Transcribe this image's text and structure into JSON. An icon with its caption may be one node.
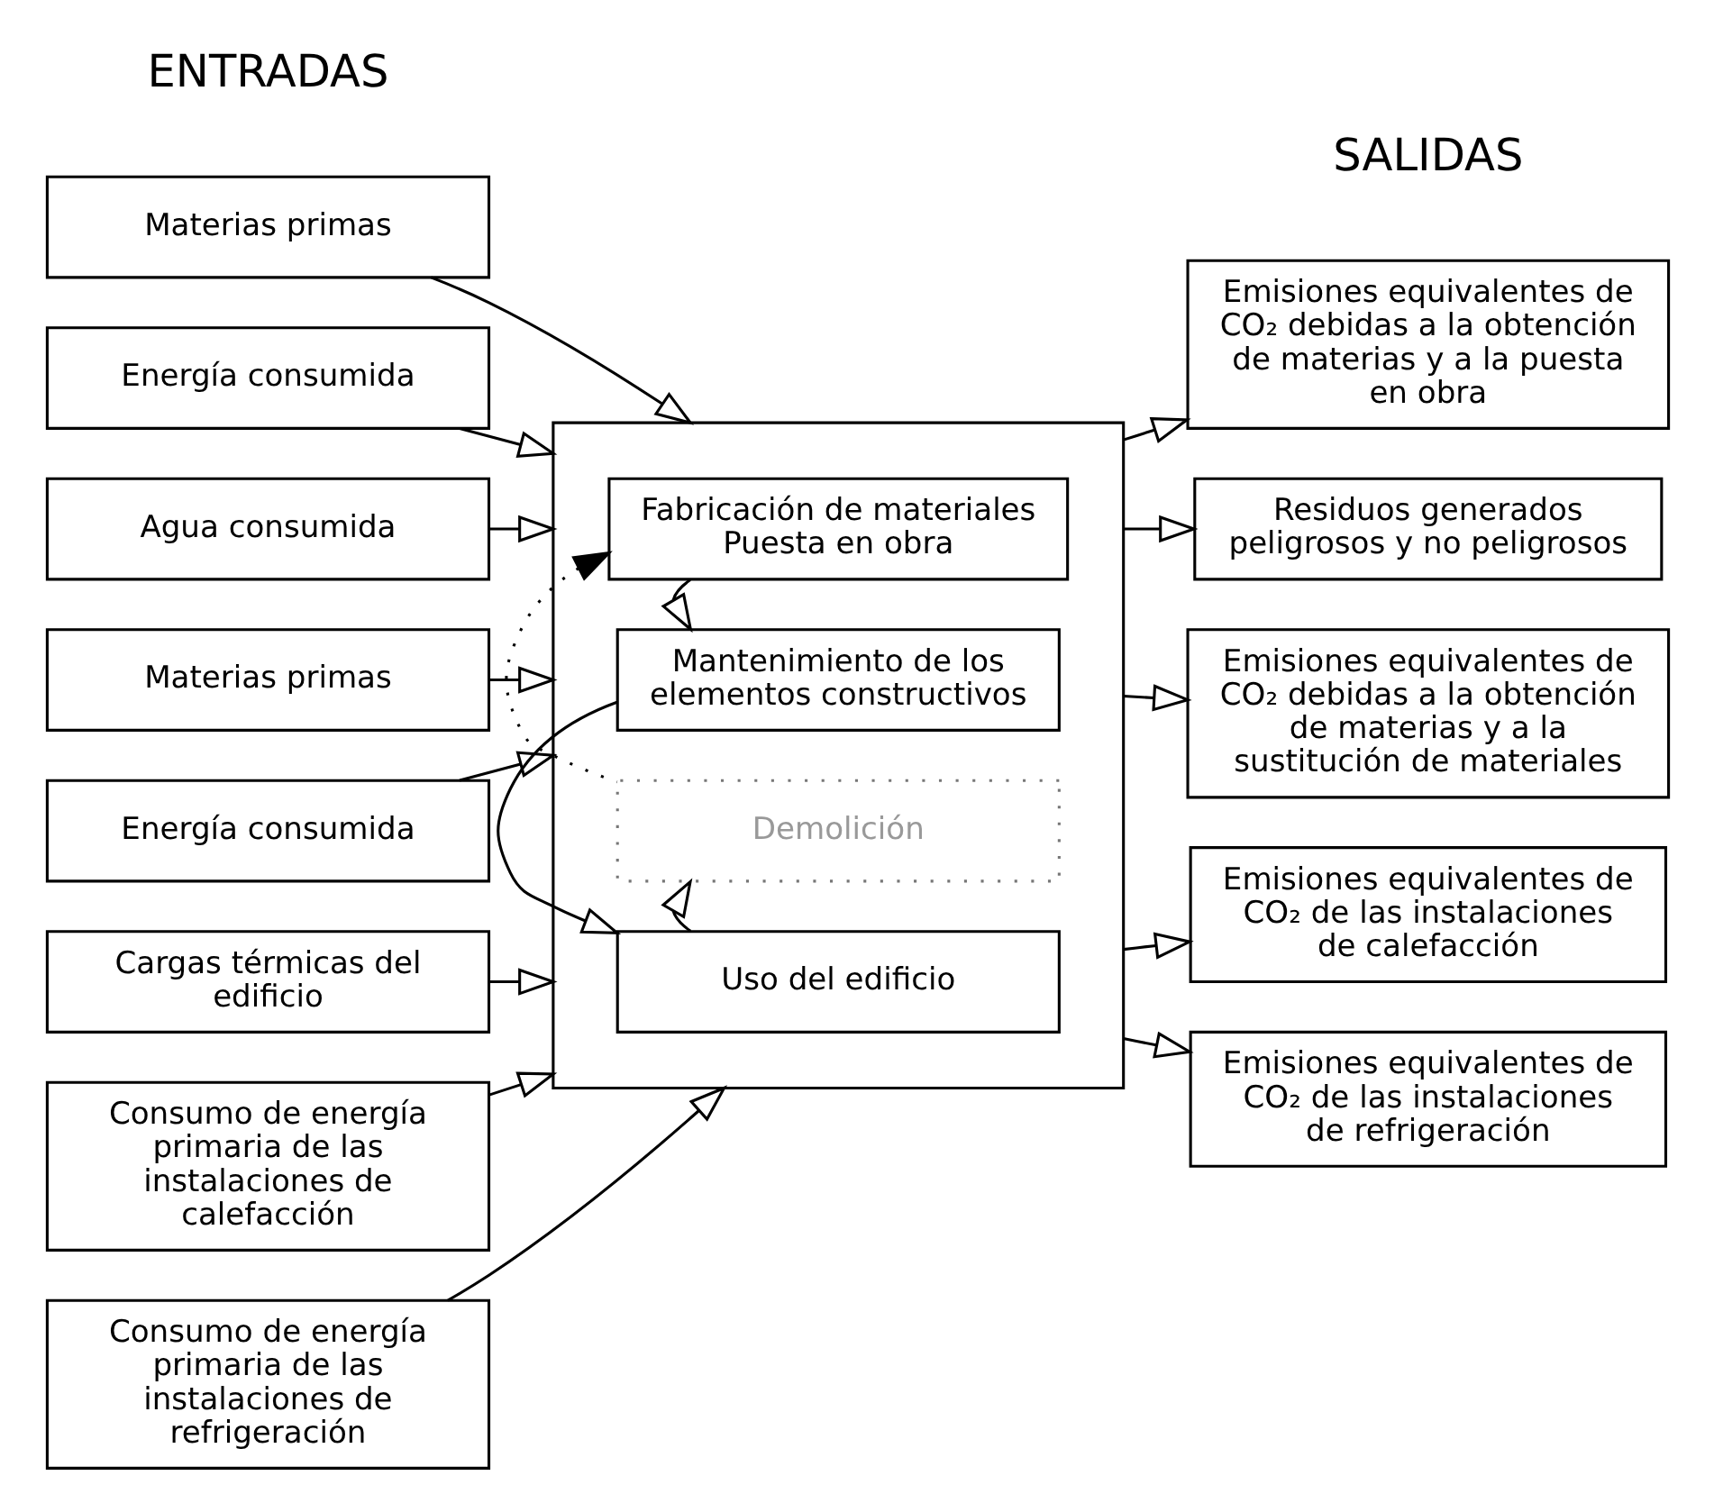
{
  "diagram": {
    "nodes": [
      {
        "text": [],
        "shape": "box"
      },
      {
        "text": [
          "Fabricación de materiales",
          "Puesta en obra"
        ],
        "in": 0
      },
      {
        "text": [
          "Mantenimiento de los elementos constructivos"
        ],
        "in": 0
      },
      {
        "text": [
          "Uso del edificio"
        ],
        "in": 0
      },
      {
        "text": [
          "Demolición"
        ],
        "in": 0
      },
      {
        "text": [
          "Materias primas"
        ]
      },
      {
        "text": [
          "Energía consumida"
        ]
      },
      {
        "text": [
          "Agua consumida"
        ]
      },
      {
        "text": [
          "Materias primas"
        ]
      },
      {
        "text": [
          "Energía consumida"
        ]
      },
      {
        "text": [
          "Cargas térmicas del edificio"
        ]
      },
      {
        "text": [
          "Consumo de energía primaria de las instalaciones de calefacción"
        ]
      },
      {
        "text": [
          "Consumo de energía primaria de las instalaciones de refrigeración"
        ]
      },
      {
        "text": [
          "Emisiones equivalentes de CO₂ debidas a la obtención de materias y a la puesta en obra"
        ]
      },
      {
        "text": [
          "Residuos generados peligrosos y no peligrosos"
        ]
      },
      {
        "text": [
          "Emisiones equivalentes de CO₂ debidas a la obtención de materias y a la sustitución de materiales"
        ]
      },
      {
        "text": [
          "Emisiones equivalentes de CO₂ de las instalaciones de calefacción"
        ]
      },
      {
        "text": [
          "Emisiones equivalentes de CO₂ de las instalaciones de refrigeración"
        ]
      }
    ],
    "edges": [
      {
        "from": 5,
        "to": 0,
        "arrow": "to"
      },
      {
        "from": 6,
        "to": 0,
        "arrow": "to"
      },
      {
        "from": 7,
        "to": 0,
        "arrow": "to"
      },
      {
        "from": 8,
        "to": 0,
        "arrow": "to"
      },
      {
        "from": 9,
        "to": 0,
        "arrow": "to"
      },
      {
        "from": 10,
        "to": 0,
        "arrow": "to"
      },
      {
        "from": 11,
        "to": 0,
        "arrow": "to"
      },
      {
        "from": 12,
        "to": 0,
        "arrow": "to"
      },
      {
        "from": 0,
        "to": 13,
        "arrow": "to"
      },
      {
        "from": 0,
        "to": 14,
        "arrow": "to"
      },
      {
        "from": 0,
        "to": 15,
        "arrow": "to"
      },
      {
        "from": 0,
        "to": 16,
        "arrow": "to"
      },
      {
        "from": 0,
        "to": 17,
        "arrow": "to"
      },
      {
        "from": 1,
        "to": 2,
        "arrow": "to"
      },
      {
        "from": 2,
        "to": 3,
        "arrow": "to"
      },
      {
        "from": 3,
        "to": 4,
        "arrow": "to"
      },
      {
        "from": 4,
        "to": 1,
        "arrow": "to",
        "style": "dashed"
      }
    ],
    "labels": [
      "ENTRADAS",
      "SALIDAS"
    ]
  }
}
